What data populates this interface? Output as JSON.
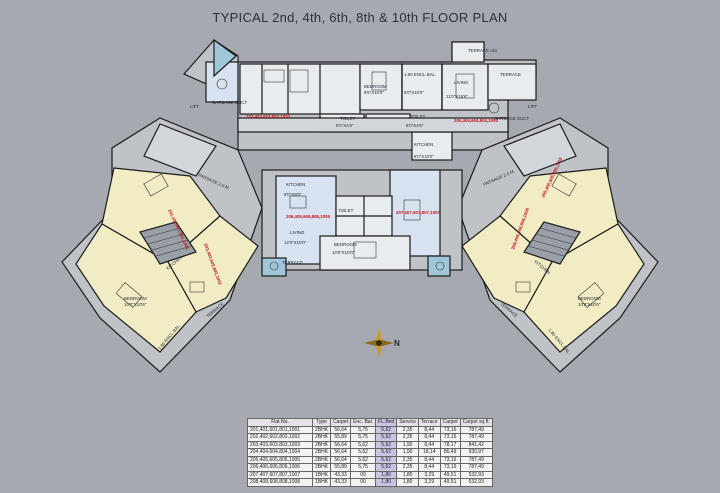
{
  "title": "TYPICAL 2nd, 4th, 6th, 8th & 10th FLOOR PLAN",
  "compass_label": "N",
  "colors": {
    "background": "#a6aab0",
    "unit_yellow": "#f1ecc4",
    "unit_blue": "#d8e2f0",
    "walls": "#1c1c1c",
    "unit_number_red": "#c4161c",
    "table_highlight": "#c9c4e4"
  },
  "labels": {
    "terrace_top": "TERRACE A/C",
    "terrace_right": "TERRACE",
    "bedroom_top": "BEDROOM",
    "bedroom_top_dim": "9'6\"X10'0\"",
    "encl_bal_top": "1.80 ENCL.BAL.",
    "encl_bal_top_dim": "5'0\"X10'0\"",
    "living_top": "LIVING",
    "living_top_dim": "11'0\"X16'6\"",
    "toilet_1": "TOILET",
    "toilet_1_dim": "8'0\"X4'6\"",
    "toilet_2": "TOILET",
    "toilet_2_dim": "8'0\"X4'6\"",
    "kitchen_top": "KITCHEN",
    "kitchen_top_dim": "8'0\"X10'0\"",
    "kitchen_center": "KITCHEN",
    "kitchen_center_dim": "8'0\"X8'0\"",
    "living_center": "LIVING",
    "living_center_dim": "12'0\"X10'0\"",
    "bedroom_center": "BEDROOM",
    "bedroom_center_dim": "10'0\"X10'0\"",
    "terrace_center": "TERRACE",
    "toilet_center": "TOILET",
    "passage_left": "PASSAGE 2.0 M",
    "passage_right": "PASSAGE 2.0 M",
    "lift_left": "LIFT",
    "lift_right": "LIFT",
    "garbage_duct_left": "GARBAGE DUCT",
    "garbage_duct_right": "GARBAGE DUCT",
    "bedroom_left": "BEDROOM",
    "bedroom_left_dim": "10'0\"X10'6\"",
    "bedroom_right": "BEDROOM",
    "bedroom_right_dim": "10'0\"X10'6\"",
    "kitchen_left": "KITCHEN",
    "kitchen_right": "KITCHEN",
    "terrace_left": "TERRACE",
    "terrace_right_low": "TERRACE",
    "encl_bal_left": "1.80 ENCL.BAL.",
    "encl_bal_right": "1.80 ENCL.BAL.",
    "unit_top_left": "203,403,603,803,1003",
    "unit_top_right": "204,404,604,804,1004",
    "unit_center_left": "206,406,606,806,1006",
    "unit_center_right": "207,407,607,807,1007",
    "unit_left_a": "201,401,601,801,1001",
    "unit_left_b": "202,402,602,802,1002",
    "unit_right_a": "205,405,605,805,1005",
    "unit_right_b": "208,408,608,808,1008"
  },
  "table": {
    "headers": [
      "Flat No.",
      "Type",
      "Carpet",
      "Enc. Bal.",
      "FL.Bed",
      "Service",
      "Terrace",
      "Carpet",
      "Carpet sq.ft."
    ],
    "rows": [
      [
        "201,401,601,801,1001",
        "2BHK",
        "56,64",
        "5,75",
        "5,62",
        "2,35",
        "8,44",
        "73,16",
        "787,49"
      ],
      [
        "202,402,602,802,1002",
        "2BHK",
        "55,89",
        "5,75",
        "5,62",
        "2,35",
        "8,44",
        "73,16",
        "787,49"
      ],
      [
        "203,403,603,803,1003",
        "2BHK",
        "56,64",
        "5,62",
        "5,62",
        "1,90",
        "8,44",
        "78,17",
        "841,42"
      ],
      [
        "204,404,604,804,1004",
        "2BHK",
        "56,64",
        "5,62",
        "5,62",
        "1,90",
        "18,14",
        "86,49",
        "930,97"
      ],
      [
        "205,405,605,805,1005",
        "2BHK",
        "56,64",
        "5,62",
        "5,62",
        "2,35",
        "8,44",
        "73,16",
        "787,49"
      ],
      [
        "206,406,606,806,1006",
        "2BHK",
        "55,89",
        "5,75",
        "5,62",
        "2,35",
        "8,44",
        "73,16",
        "787,49"
      ],
      [
        "207,407,607,807,1007",
        "1BHK",
        "43,33",
        "00",
        "1,80",
        "1,80",
        "3,29",
        "49,51",
        "532,93"
      ],
      [
        "208,408,608,808,1008",
        "1BHK",
        "43,33",
        "00",
        "1,80",
        "1,80",
        "3,29",
        "49,51",
        "532,93"
      ]
    ]
  }
}
